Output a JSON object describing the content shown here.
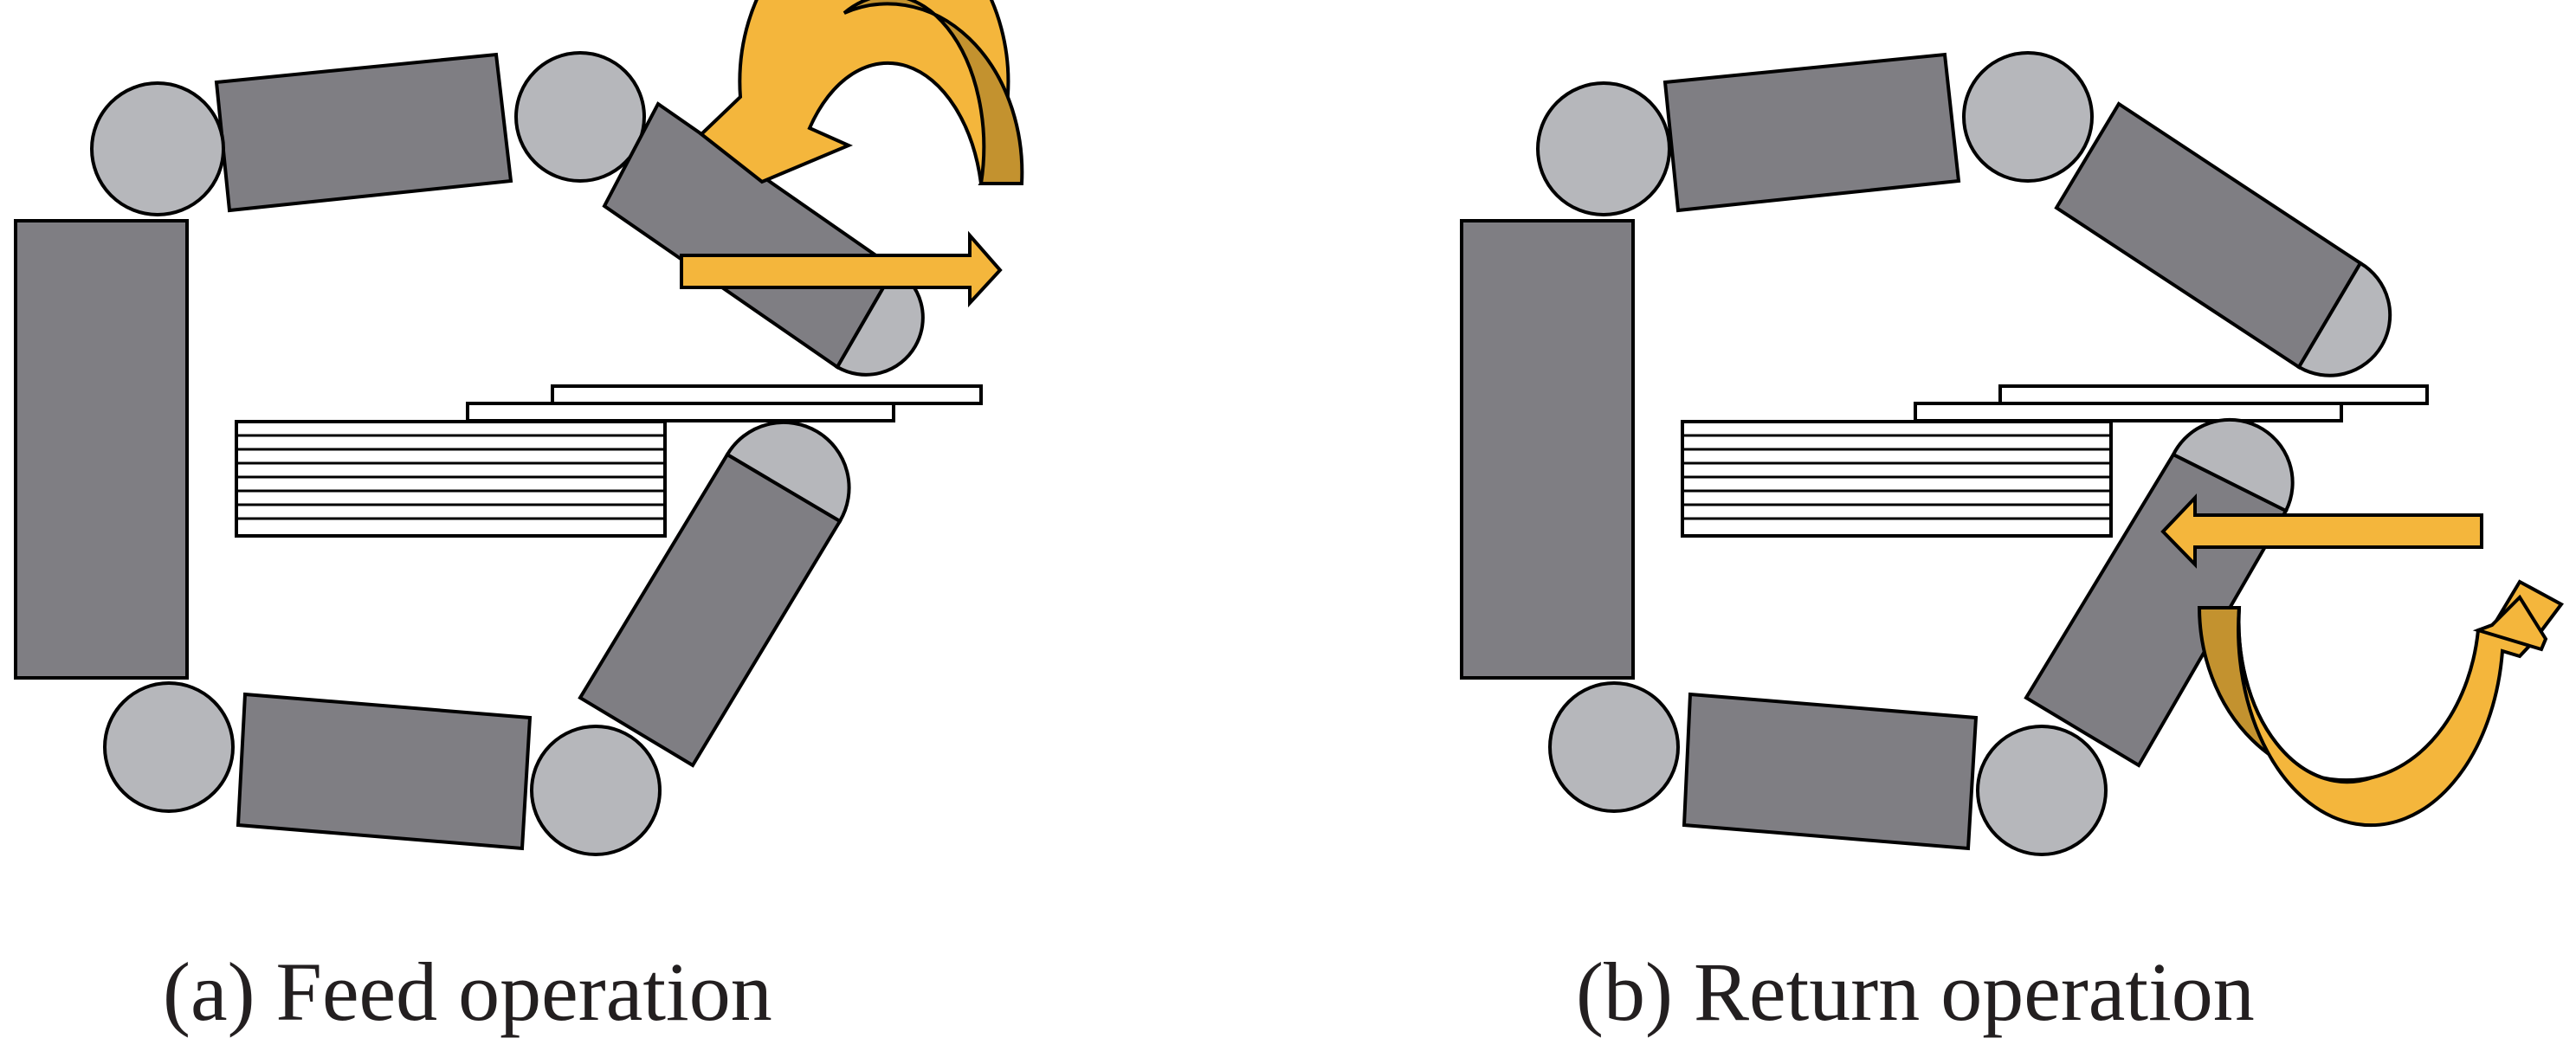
{
  "panels": [
    {
      "id": "a",
      "caption": "(a) Feed operation"
    },
    {
      "id": "b",
      "caption": "(b) Return operation"
    }
  ],
  "colors": {
    "link_fill": "#7f7e83",
    "joint_fill": "#b6b7bb",
    "outline": "#000000",
    "arrow_light": "#f4b63c",
    "arrow_dark": "#c3922f",
    "sheet_fill": "#ffffff",
    "background": "#ffffff"
  },
  "icons": {
    "rotation_arrow": "curved-rotation-arrow-icon",
    "linear_arrow": "straight-arrow-icon"
  }
}
